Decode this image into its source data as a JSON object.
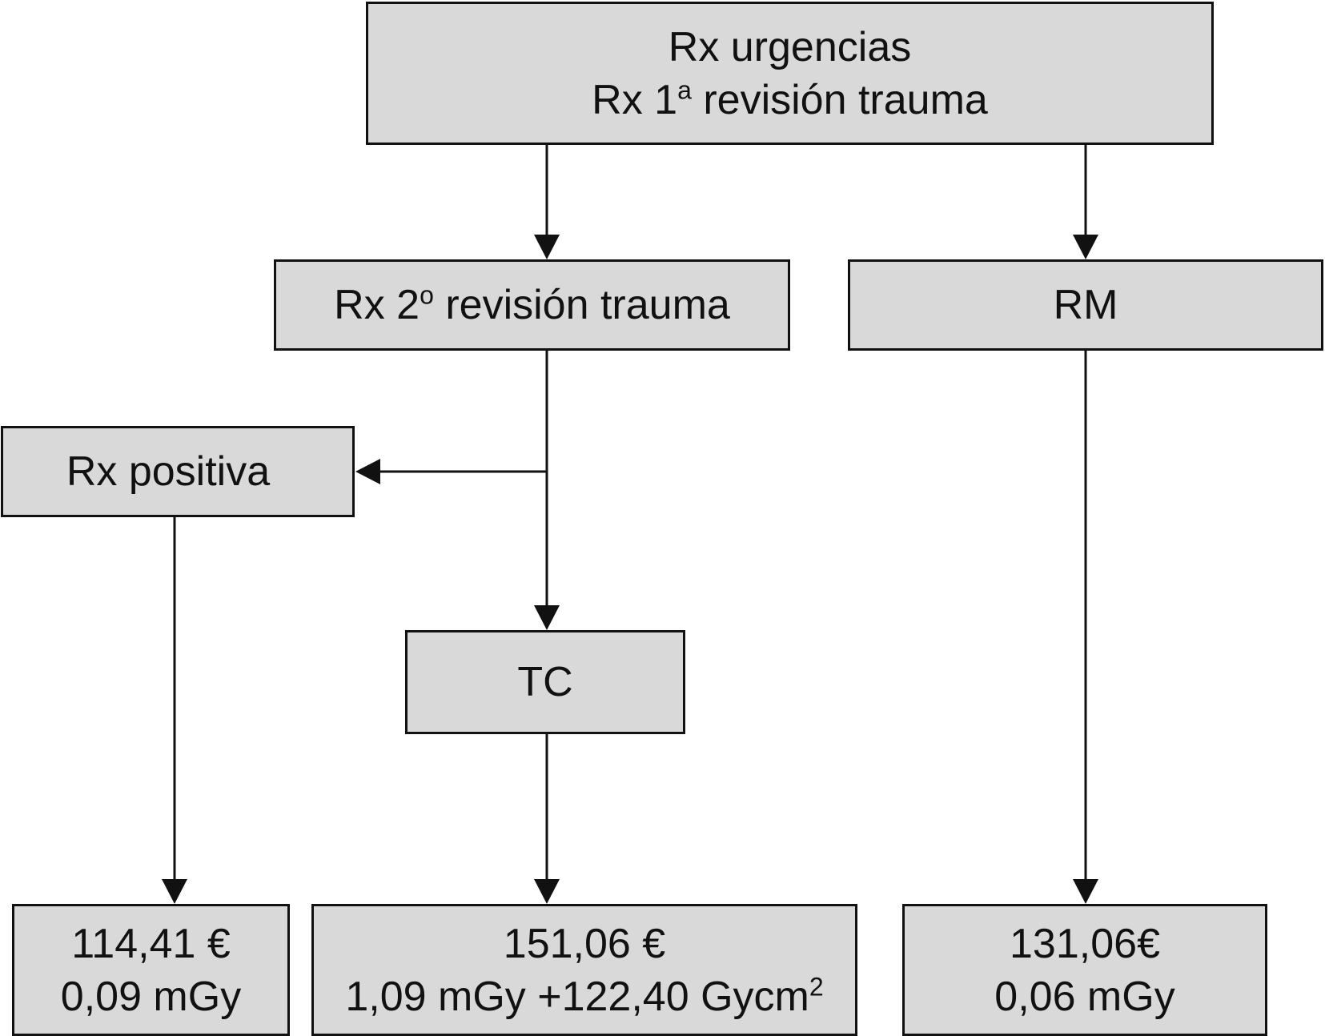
{
  "nodes": {
    "top": {
      "line1": "Rx urgencias",
      "line2_prefix": "Rx 1",
      "line2_sup": "a",
      "line2_suffix": " revisión trauma"
    },
    "rx2": {
      "prefix": "Rx 2",
      "sup": "o",
      "suffix": " revisión trauma"
    },
    "rm": {
      "label": "RM"
    },
    "rx_positiva": {
      "label": "Rx positiva"
    },
    "tc": {
      "label": "TC"
    }
  },
  "results": {
    "rx_positiva": {
      "cost": "114,41 €",
      "dose": "0,09 mGy"
    },
    "tc": {
      "cost": "151,06 €",
      "dose": "1,09 mGy +122,40 Gycm",
      "dose_sup": "2"
    },
    "rm": {
      "cost": "131,06€",
      "dose": "0,06 mGy"
    }
  },
  "colors": {
    "box_fill": "#d9d9d9",
    "line": "#111111",
    "background": "#ffffff"
  }
}
